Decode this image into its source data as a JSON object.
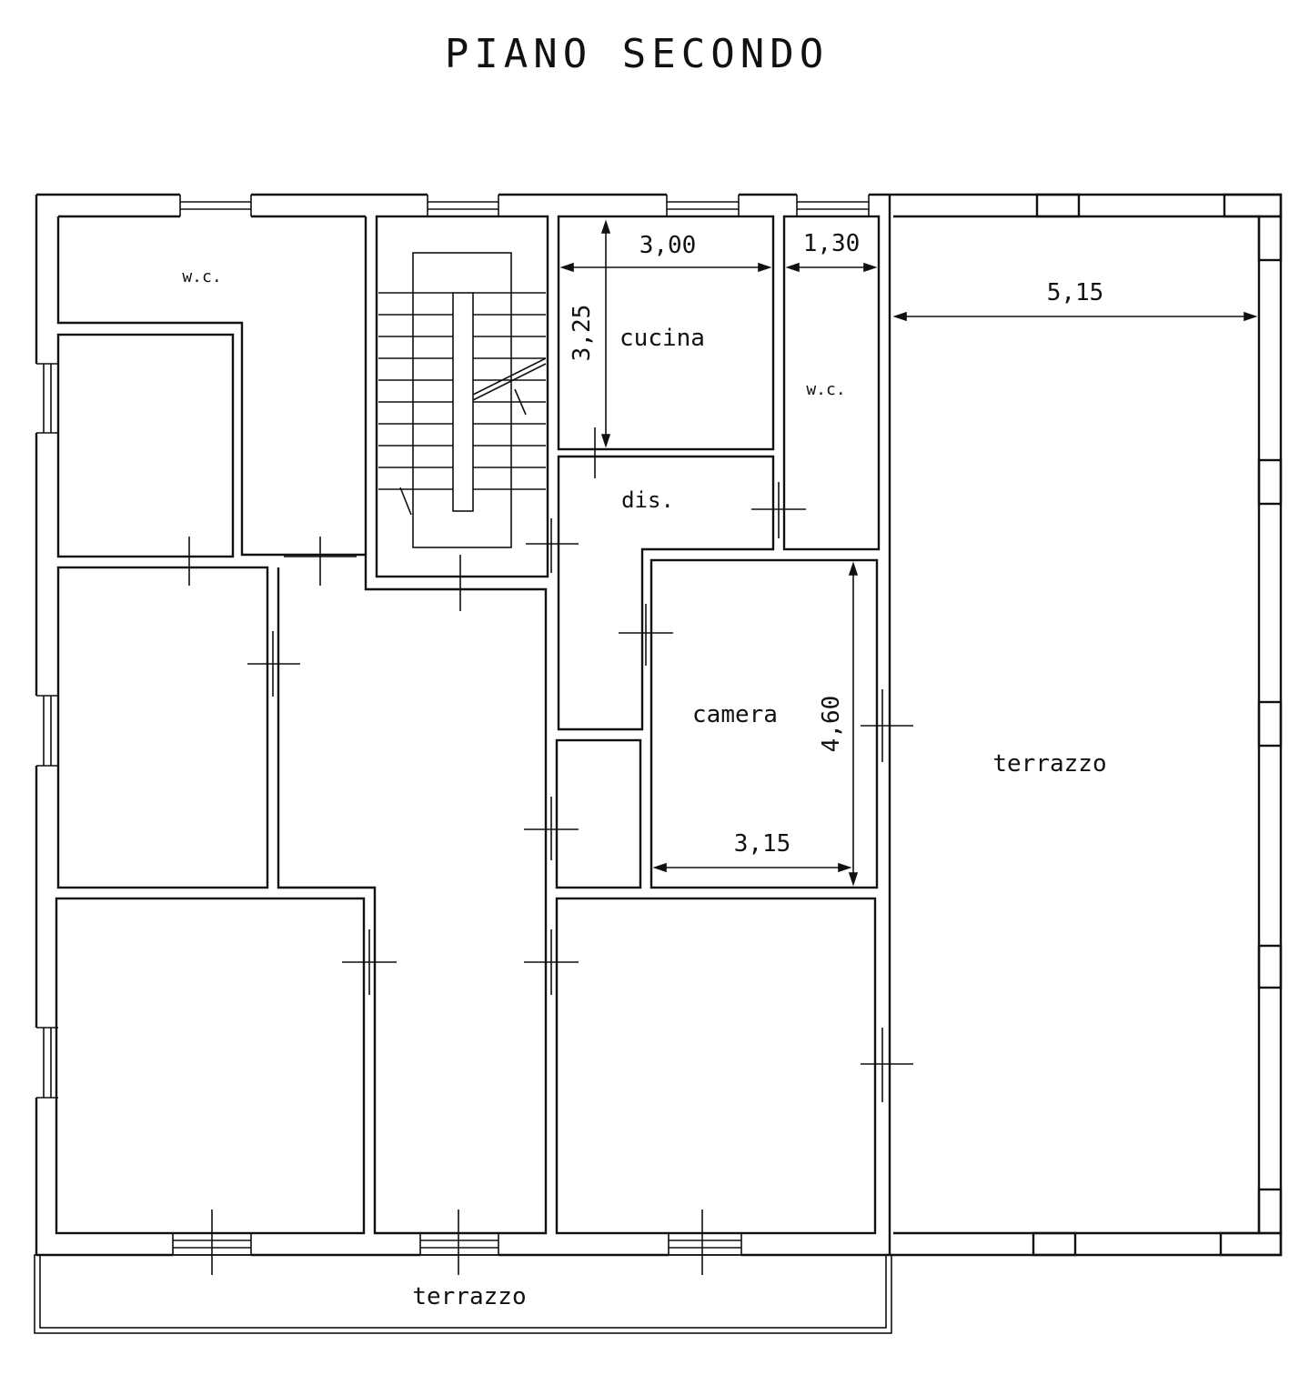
{
  "title": "PIANO SECONDO",
  "rooms": {
    "wc_top_left": "w.c.",
    "cucina": "cucina",
    "wc_right": "w.c.",
    "dis": "dis.",
    "camera": "camera",
    "terrazzo_right": "terrazzo",
    "terrazzo_bottom": "terrazzo"
  },
  "dimensions": {
    "cucina_width": "3,00",
    "cucina_depth": "3,25",
    "wc_width": "1,30",
    "terrazzo_width": "5,15",
    "camera_depth": "4,60",
    "camera_width": "3,15"
  }
}
